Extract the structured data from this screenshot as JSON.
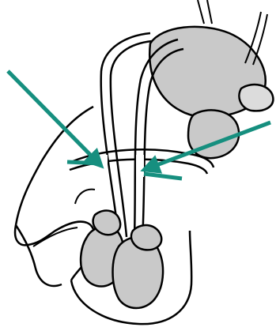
{
  "colors": {
    "background": "#ffffff",
    "outline": "#000000",
    "organ_fill": "#c9c9c9",
    "organ_fill_light": "#dcdcdc",
    "pointer_arrow": "#168f7f"
  },
  "figure": {
    "labels": [],
    "pointer_arrows": [
      {
        "side": "left",
        "points_to": "cut-left"
      },
      {
        "side": "right",
        "points_to": "cut-right"
      }
    ]
  }
}
